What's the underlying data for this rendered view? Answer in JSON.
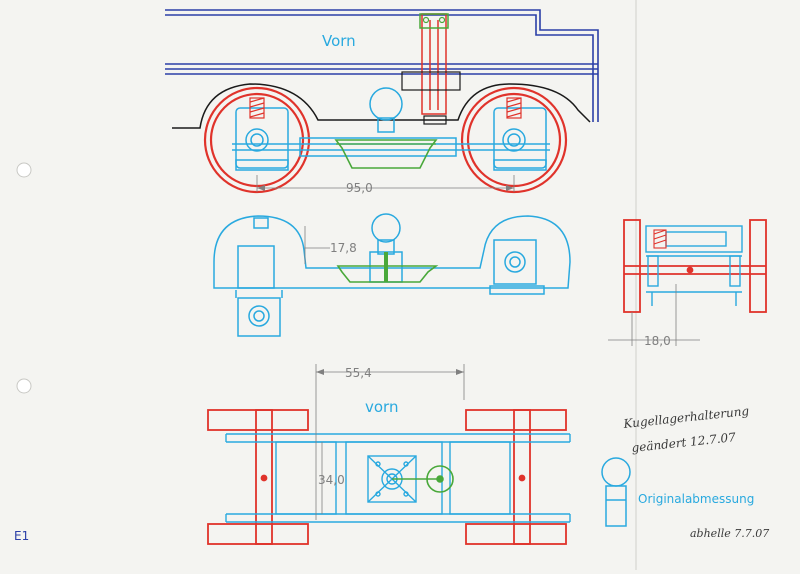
{
  "labels": {
    "vorn_top": "Vorn",
    "vorn_bottom": "vorn",
    "dim_wheelbase": "95,0",
    "dim_offset": "17,8",
    "dim_bearing": "18,0",
    "dim_pivot": "55,4",
    "dim_width": "34,0",
    "note_line1": "Kugellagerhalterung",
    "note_line2": "geändert 12.7.07",
    "original": "Originalabmessung",
    "sheet_id": "E1",
    "signature": "abhelle 7.7.07"
  },
  "colors": {
    "cyan": "#29a9df",
    "red": "#e0332b",
    "blue": "#2b3fa8",
    "green": "#49a83a",
    "black": "#1a1a1a",
    "dim": "#808080"
  }
}
